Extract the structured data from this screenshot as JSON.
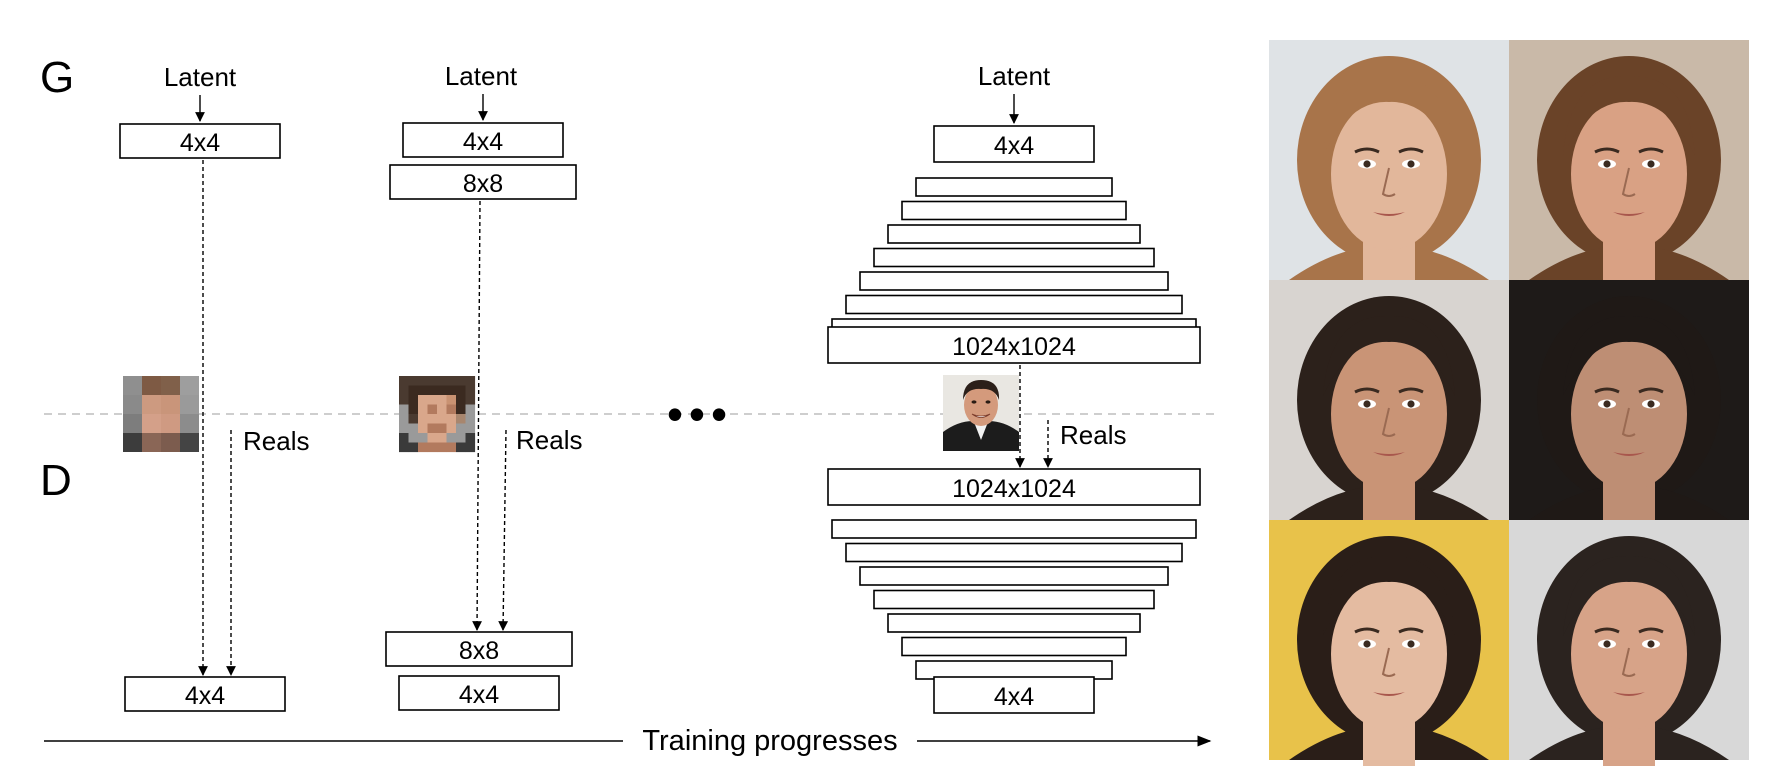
{
  "labels": {
    "generator": "G",
    "discriminator": "D",
    "latent": "Latent",
    "reals": "Reals",
    "ellipsis": "•••",
    "training": "Training progresses"
  },
  "stage1": {
    "generator_blocks": [
      "4x4"
    ],
    "discriminator_blocks": [
      "4x4"
    ]
  },
  "stage2": {
    "generator_blocks": [
      "4x4",
      "8x8"
    ],
    "discriminator_blocks": [
      "8x8",
      "4x4"
    ]
  },
  "stage3": {
    "generator_top": "4x4",
    "generator_bottom": "1024x1024",
    "discriminator_top": "1024x1024",
    "discriminator_bottom": "4x4"
  },
  "colors": {
    "skin_light": "#d9a78b",
    "skin_mid": "#b27a5e",
    "hair_dark": "#3b2a20",
    "background_grey": "#9a9a9a",
    "midline_grey": "#bdbdbd"
  },
  "sample_grid": {
    "rows": 3,
    "columns": 2,
    "faces": [
      {
        "hair": "#a8744a",
        "skin": "#e2b79b",
        "bg": "#dfe3e6"
      },
      {
        "hair": "#6a4328",
        "skin": "#d9a184",
        "bg": "#c9b9a8"
      },
      {
        "hair": "#2c211b",
        "skin": "#c99476",
        "bg": "#d8d4d0"
      },
      {
        "hair": "#1f1916",
        "skin": "#be8e74",
        "bg": "#1e1a18"
      },
      {
        "hair": "#2a1e18",
        "skin": "#e4bba1",
        "bg": "#e8c24a"
      },
      {
        "hair": "#2b231f",
        "skin": "#d7a388",
        "bg": "#d8d8d8"
      }
    ]
  }
}
